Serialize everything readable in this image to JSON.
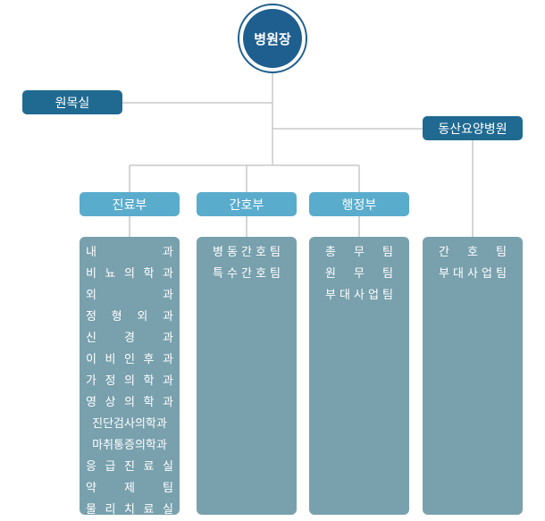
{
  "root": {
    "label": "병원장"
  },
  "side_left": {
    "label": "원목실"
  },
  "side_right": {
    "label": "동산요양병원"
  },
  "departments": [
    {
      "label": "진료부",
      "items": [
        "내과",
        "비뇨의학과",
        "외과",
        "정형외과",
        "신경과",
        "이비인후과",
        "가정의학과",
        "영상의학과",
        "진단검사의학과",
        "마취통증의학과",
        "응급진료실",
        "약제팀",
        "물리치료실"
      ]
    },
    {
      "label": "간호부",
      "items": [
        "병동간호팀",
        "특수간호팀"
      ]
    },
    {
      "label": "행정부",
      "items": [
        "총무팀",
        "원무팀",
        "부대사업팀"
      ]
    }
  ],
  "hospital_items": [
    "간호팀",
    "부대사업팀"
  ],
  "colors": {
    "root": "#1f5f8f",
    "side_tag": "#206a92",
    "department_tag": "#5aaccd",
    "panel": "#78a0ad",
    "connector": "#c8c8c8"
  }
}
